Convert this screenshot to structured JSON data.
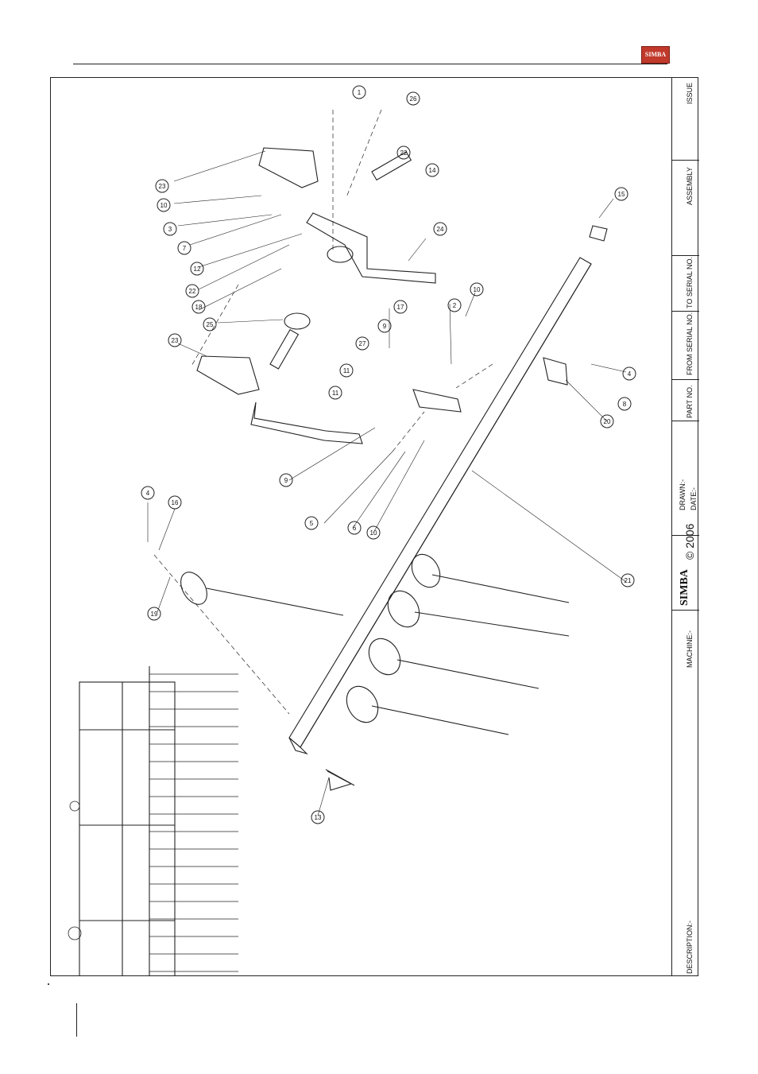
{
  "header": {
    "logo_text": "SIMBA"
  },
  "title_block": {
    "issue_label": "ISSUE",
    "assembly_label": "ASSEMBLY",
    "to_serial_label": "TO SERIAL NO.",
    "from_serial_label": "FROM SERIAL NO.",
    "part_no_label": "PART NO.",
    "drawn_label": "DRAWN:-",
    "date_label": "DATE:-",
    "copyright": "© 2006",
    "brand": "SIMBA",
    "machine_label": "MACHINE:-",
    "description_label": "DESCRIPTION:-"
  },
  "callouts": [
    "1",
    "26",
    "23",
    "22",
    "14",
    "10",
    "3",
    "7",
    "12",
    "22",
    "18",
    "24",
    "15",
    "25",
    "23",
    "17",
    "2",
    "10",
    "9",
    "27",
    "11",
    "11",
    "4",
    "8",
    "20",
    "9",
    "5",
    "6",
    "10",
    "4",
    "16",
    "19",
    "21",
    "13"
  ]
}
